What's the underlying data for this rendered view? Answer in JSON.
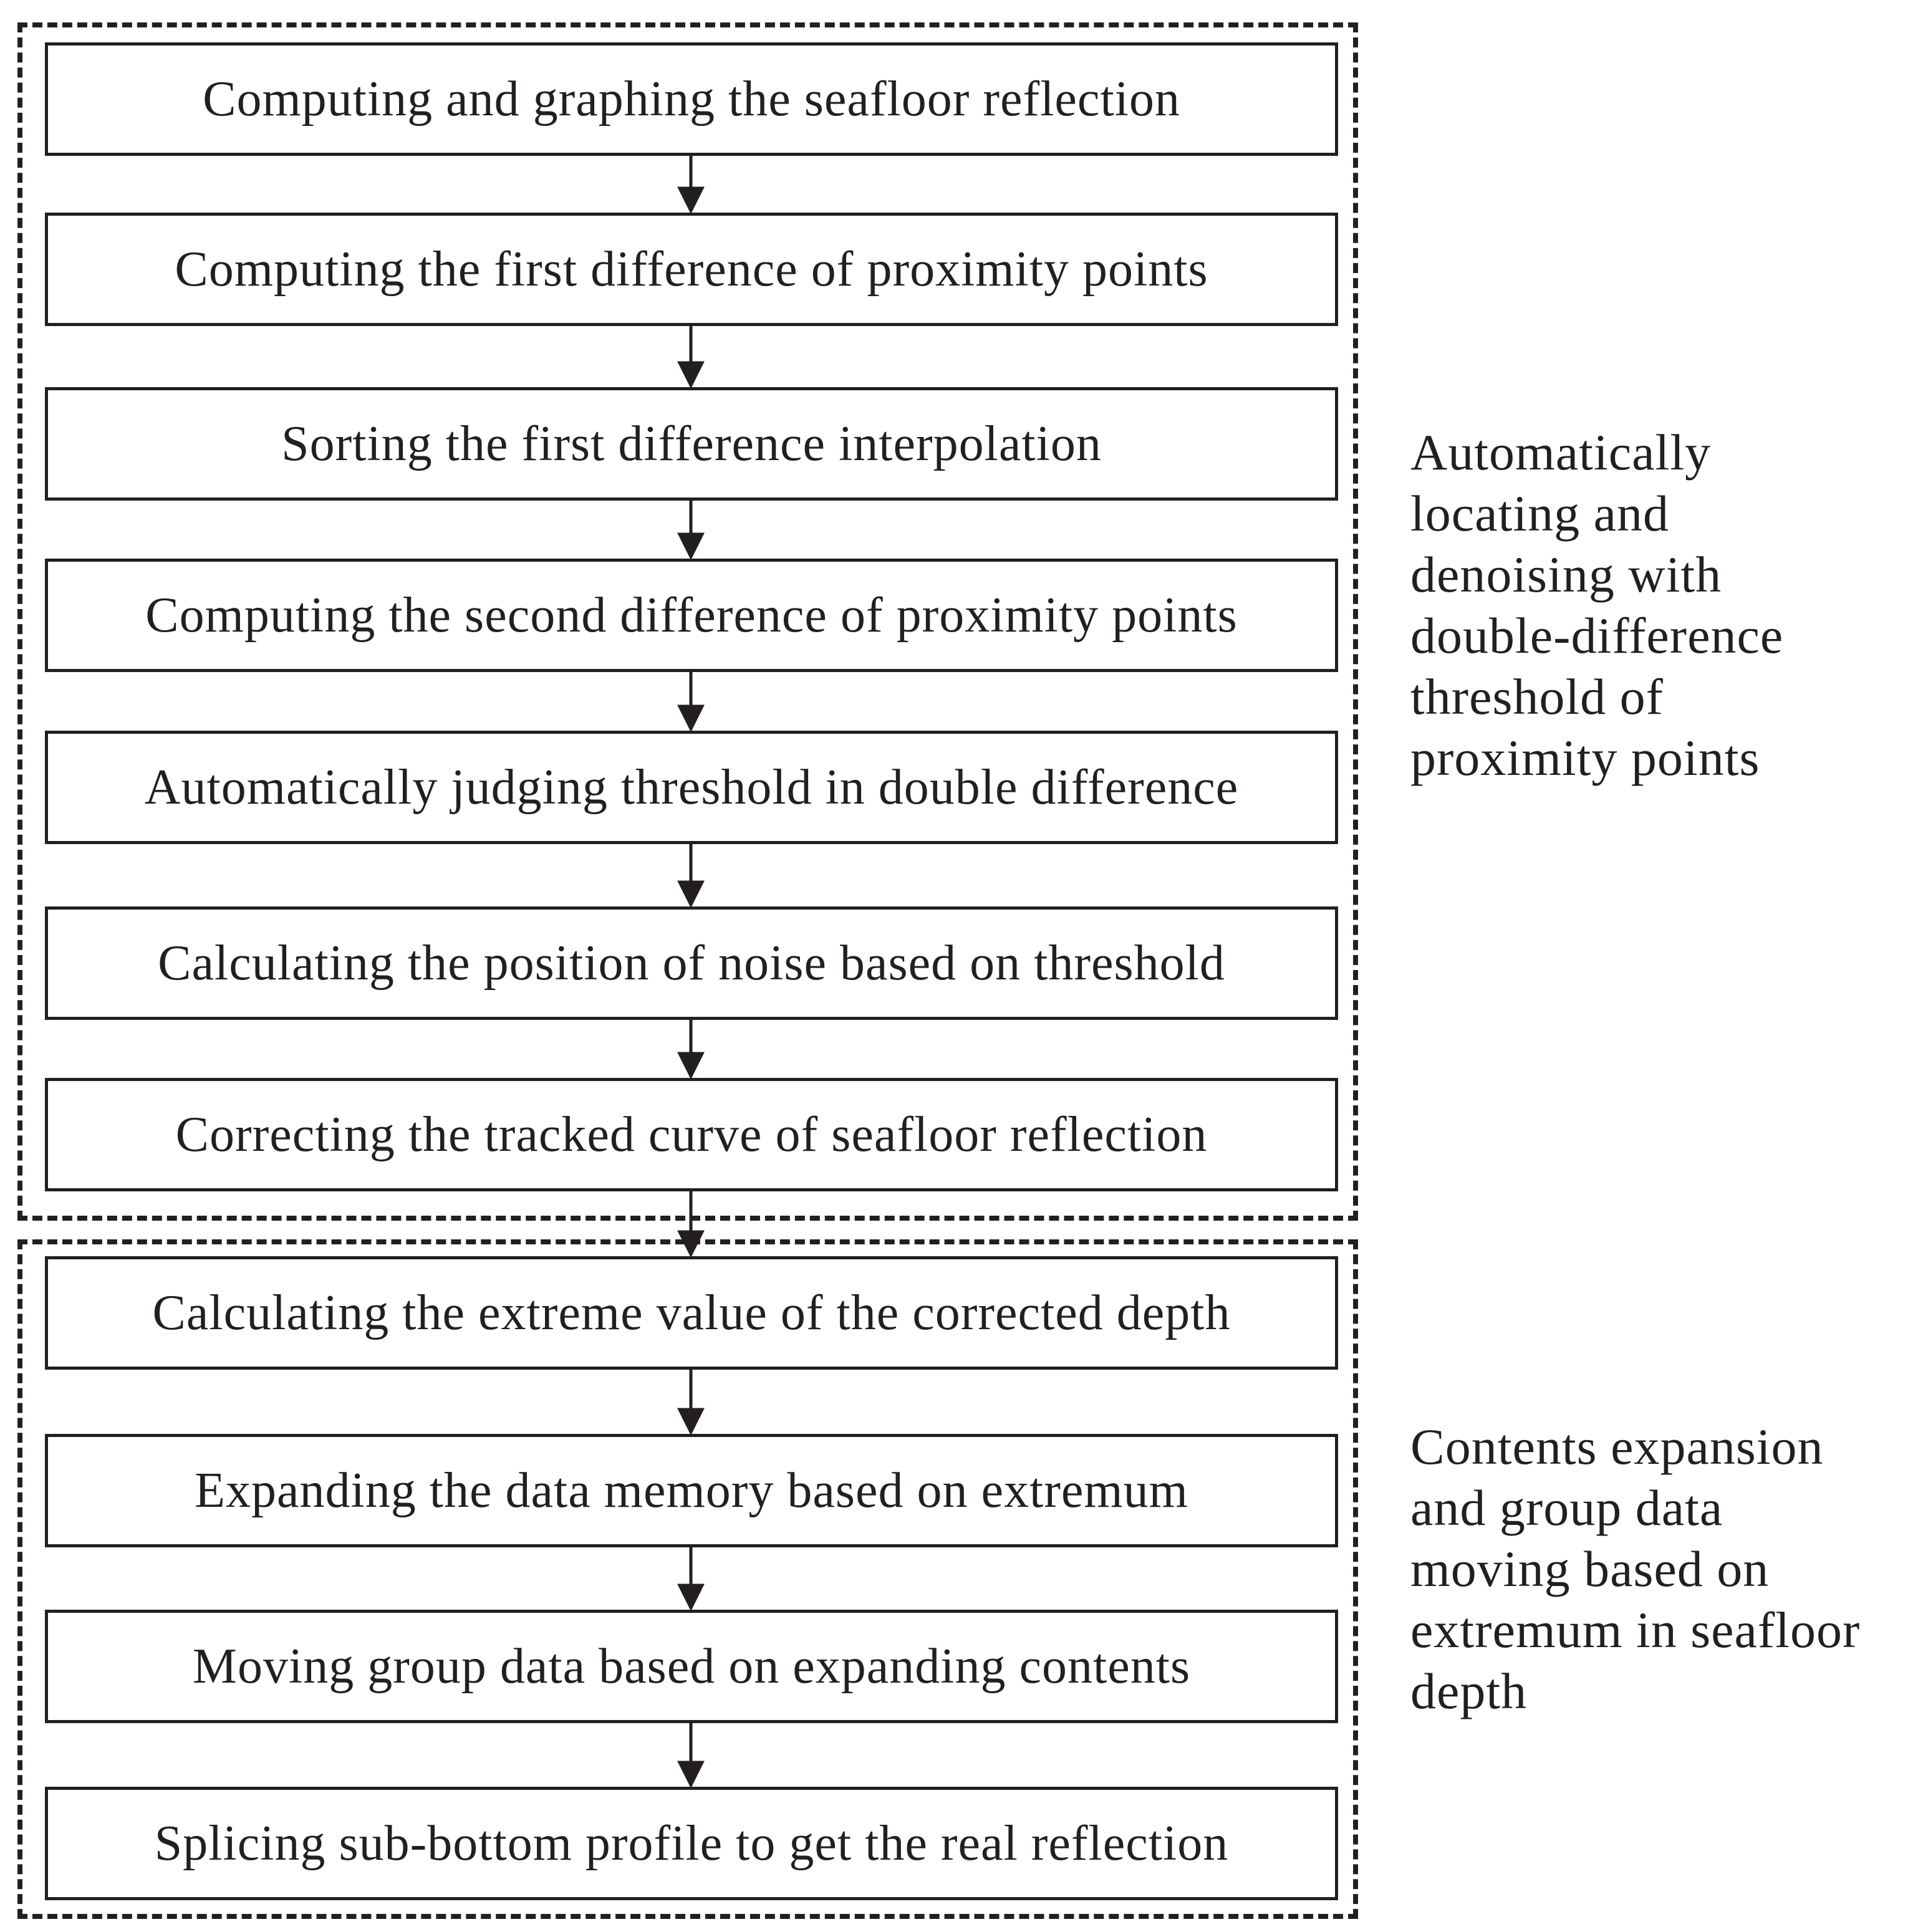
{
  "groups": [
    {
      "steps": [
        "Computing  and  graphing  the  seafloor  reflection",
        "Computing the first difference of proximity points",
        "Sorting the first difference interpolation",
        "Computing the second difference of proximity points",
        "Automatically judging threshold in double difference",
        "Calculating the position of noise based on threshold",
        "Correcting the tracked curve of seafloor reflection"
      ],
      "note_lines": [
        "Automatically",
        "locating and",
        "denoising with",
        "double-difference",
        "threshold of",
        "proximity points"
      ]
    },
    {
      "steps": [
        "Calculating the  extreme value of the  corrected depth",
        "Expanding the data memory based on extremum",
        "Moving group data based on expanding contents",
        "Splicing sub-bottom profile to get the real reflection"
      ],
      "note_lines": [
        "Contents expansion",
        "and group data",
        "moving based on",
        "extremum in seafloor",
        "depth"
      ]
    }
  ]
}
